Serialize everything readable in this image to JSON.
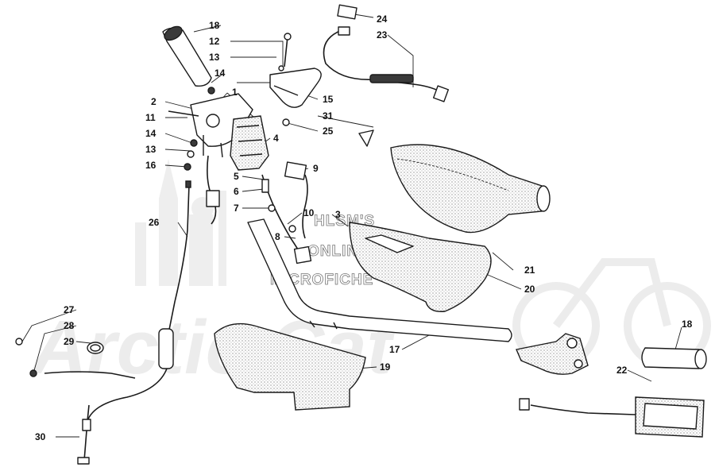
{
  "watermark": {
    "line1": "HLSM'S",
    "line2": "ONLINE",
    "line3": "MICROFICHE",
    "brand": "Arctic Cat"
  },
  "callouts": {
    "c1": "1",
    "c2": "2",
    "c3": "3",
    "c4": "4",
    "c5": "5",
    "c6": "6",
    "c7": "7",
    "c8": "8",
    "c9": "9",
    "c10": "10",
    "c11": "11",
    "c12": "12",
    "c13a": "13",
    "c13b": "13",
    "c14a": "14",
    "c14b": "14",
    "c15": "15",
    "c16": "16",
    "c17": "17",
    "c18a": "18",
    "c18b": "18",
    "c19": "19",
    "c20": "20",
    "c21": "21",
    "c22": "22",
    "c23": "23",
    "c24": "24",
    "c25": "25",
    "c26": "26",
    "c27": "27",
    "c28": "28",
    "c29": "29",
    "c30": "30",
    "c31": "31"
  },
  "colors": {
    "ink": "#1a1a1a",
    "watermark": "#e8e8e8",
    "background": "#ffffff"
  }
}
